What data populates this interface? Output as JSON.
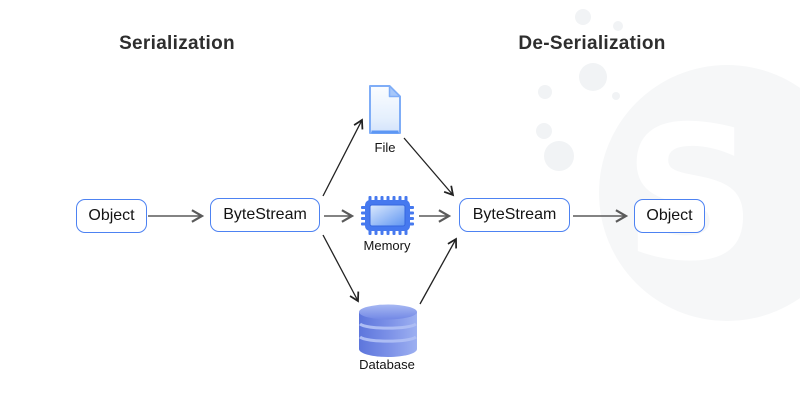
{
  "headings": {
    "serialization": "Serialization",
    "deserialization": "De-Serialization"
  },
  "nodes": {
    "object_left": {
      "label": "Object"
    },
    "bytestream_left": {
      "label": "ByteStream"
    },
    "bytestream_right": {
      "label": "ByteStream"
    },
    "object_right": {
      "label": "Object"
    }
  },
  "storage": {
    "file": {
      "label": "File",
      "icon": "file-icon"
    },
    "memory": {
      "label": "Memory",
      "icon": "memory-chip-icon"
    },
    "database": {
      "label": "Database",
      "icon": "database-icon"
    }
  },
  "watermark": {
    "letter": "S",
    "icon": "scaler-s-logo-watermark"
  },
  "colors": {
    "node_border": "#4d82f2",
    "node_text": "#141414",
    "heading_text": "#2e2e2e",
    "arrow_horizontal": "#5a5a5a",
    "arrow_diagonal": "#222222",
    "file_icon_border": "#7fadf7",
    "memory_chip_blue": "#4679ef",
    "database_blue_dark": "#5d76dc",
    "database_blue_light": "#9db0f1",
    "watermark_gray": "#f6f7f8"
  }
}
